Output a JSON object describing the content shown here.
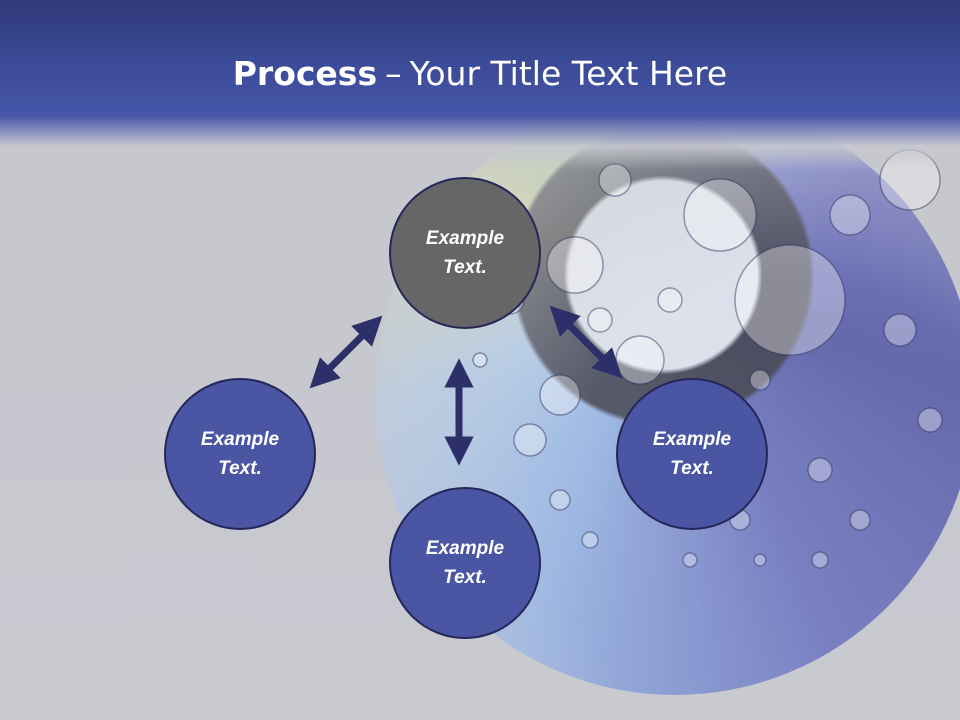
{
  "title": {
    "bold": "Process",
    "separator": "–",
    "rest": "Your Title Text Here"
  },
  "nodes": {
    "top": {
      "label": "Example\nText."
    },
    "left": {
      "label": "Example\nText."
    },
    "right": {
      "label": "Example\nText."
    },
    "bottom": {
      "label": "Example\nText."
    }
  },
  "colors": {
    "header": "#3b4a96",
    "node_blue": "#4a55a3",
    "node_gray": "#666666",
    "arrow": "#2d3068",
    "background": "#c7c8cf"
  }
}
